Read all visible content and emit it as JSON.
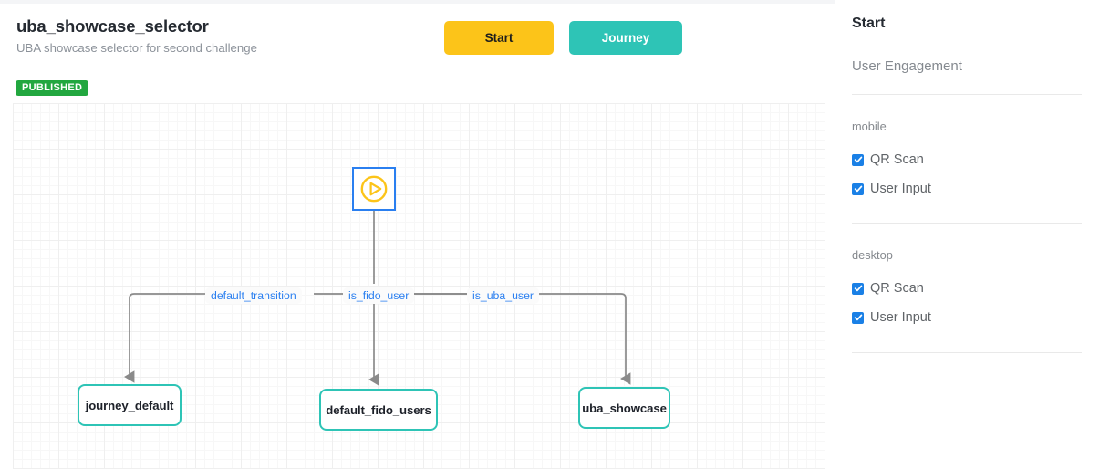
{
  "header": {
    "title": "uba_showcase_selector",
    "subtitle": "UBA showcase selector for second challenge",
    "status_badge": "PUBLISHED",
    "buttons": [
      {
        "label": "Start",
        "name": "start-button",
        "color": "#fcc419"
      },
      {
        "label": "Journey",
        "name": "journey-button",
        "color": "#2ec4b6"
      }
    ]
  },
  "canvas": {
    "nodes": [
      {
        "id": "start",
        "label": "",
        "type": "start",
        "icon": "play-circle-icon",
        "selected": true,
        "border_color": "#2a7ff0",
        "icon_color": "#fcc419"
      },
      {
        "id": "journey_default",
        "label": "journey_default",
        "type": "journey",
        "border_color": "#2ec4b6"
      },
      {
        "id": "default_fido_users",
        "label": "default_fido_users",
        "type": "journey",
        "border_color": "#2ec4b6"
      },
      {
        "id": "uba_showcase",
        "label": "uba_showcase",
        "type": "journey",
        "border_color": "#2ec4b6"
      }
    ],
    "edges": [
      {
        "label": "default_transition",
        "from": "start",
        "to": "journey_default",
        "color": "#2a7ff0"
      },
      {
        "label": "is_fido_user",
        "from": "start",
        "to": "default_fido_users",
        "color": "#2a7ff0"
      },
      {
        "label": "is_uba_user",
        "from": "start",
        "to": "uba_showcase",
        "color": "#2a7ff0"
      }
    ],
    "edge_line_color": "#8a8a8a"
  },
  "sidebar": {
    "title": "Start",
    "subtitle": "User Engagement",
    "groups": [
      {
        "label": "mobile",
        "options": [
          {
            "label": "QR Scan",
            "checked": true
          },
          {
            "label": "User Input",
            "checked": true
          }
        ]
      },
      {
        "label": "desktop",
        "options": [
          {
            "label": "QR Scan",
            "checked": true
          },
          {
            "label": "User Input",
            "checked": true
          }
        ]
      }
    ],
    "checkbox_color": "#1a80e6"
  }
}
